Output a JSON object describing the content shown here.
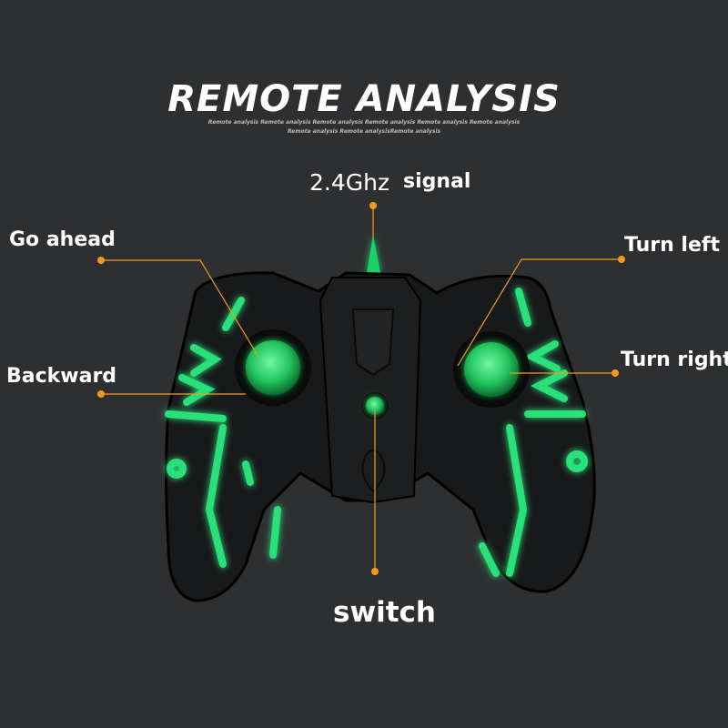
{
  "title": "REMOTE ANALYSIS",
  "subtitle_line1": "Remote analysis Remote analysis Remote analysis  Remote analysis Remote analysis Remote analysis",
  "subtitle_line2": "Remote analysis Remote analysisRemote analysis",
  "callouts": {
    "signal_freq": "2.4Ghz",
    "signal_word": "signal",
    "go_ahead": "Go ahead",
    "backward": "Backward",
    "turn_left": "Turn left",
    "turn_right": "Turn right",
    "switch": "switch"
  },
  "colors": {
    "background": "#2e2f31",
    "leader_line": "#f39a1e",
    "glow_green": "#29e07a",
    "body_black": "#151617"
  }
}
